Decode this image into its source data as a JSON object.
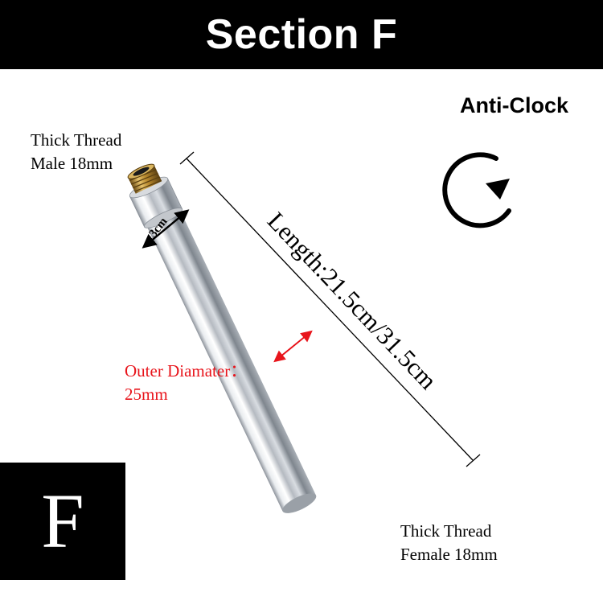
{
  "header": {
    "title": "Section F"
  },
  "rotation": {
    "label": "Anti-Clock"
  },
  "labels": {
    "top_line1": "Thick Thread",
    "top_line2": "Male  18mm",
    "bottom_line1": "Thick Thread",
    "bottom_line2": "Female  18mm",
    "outer_line1": "Outer Diamater：",
    "outer_line2": "25mm",
    "length": "Length:21.5cm/31.5cm",
    "thread_len": "3cm"
  },
  "badge": {
    "letter": "F"
  },
  "colors": {
    "header_bg": "#000000",
    "accent_red": "#e8141b",
    "brass": "#b8892e",
    "chrome": "#c8ccd2"
  }
}
